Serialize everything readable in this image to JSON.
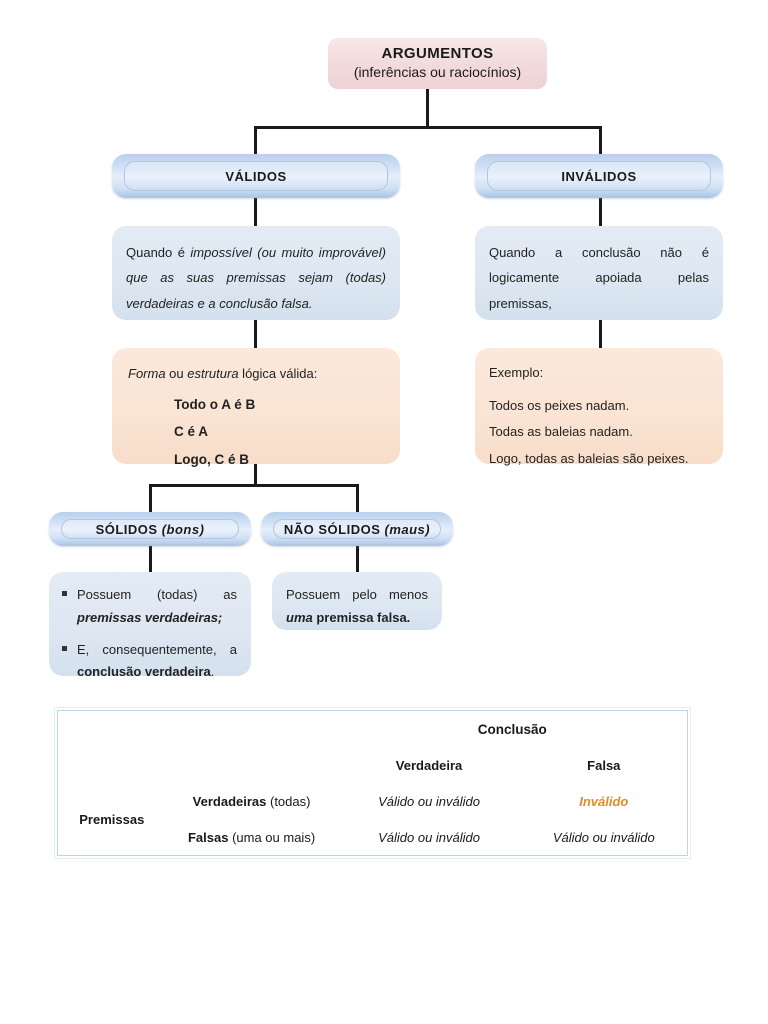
{
  "diagram": {
    "title": "ARGUMENTOS",
    "subtitle": "(inferências ou raciocínios)",
    "branches": {
      "valid": {
        "label": "VÁLIDOS",
        "definition_plain": "Quando é ",
        "definition_italic": "impossível (ou muito improvável) que as suas premissas sejam (todas) verdadeiras e a conclusão falsa.",
        "form": {
          "head_a": "Forma",
          "head_b": " ou ",
          "head_c": "estrutura",
          "head_d": " lógica válida:",
          "premise1": "Todo o A é B",
          "premise2": "C é A",
          "conclusion": "Logo, C é B"
        },
        "sub": {
          "solid": {
            "label": "SÓLIDOS",
            "qualifier": "(bons)",
            "bullets": [
              {
                "plain": "Possuem (todas) as ",
                "emph": "premissas verdadeiras;",
                "tail": ""
              },
              {
                "plain": "E, consequentemente, a ",
                "emph": "conclusão verdadeira",
                "tail": "."
              }
            ]
          },
          "not_solid": {
            "label": "NÃO SÓLIDOS",
            "qualifier": "(maus)",
            "text_plain": "Possuem pelo menos ",
            "text_emph_italic": "uma",
            "text_emph_bold": " premissa falsa."
          }
        }
      },
      "invalid": {
        "label": "INVÁLIDOS",
        "definition": "Quando a conclusão não é logicamente apoiada pelas premissas,",
        "example": {
          "head": "Exemplo:",
          "lines": [
            "Todos os peixes nadam.",
            "Todas as baleias nadam.",
            "Logo, todas as baleias são peixes."
          ]
        }
      }
    }
  },
  "table": {
    "col_group_header": "Conclusão",
    "row_group_header": "Premissas",
    "col_headers": [
      "Verdadeira",
      "Falsa"
    ],
    "rows": [
      {
        "header_bold": "Verdadeiras",
        "header_rest": " (todas)",
        "cells": [
          "Válido ou inválido",
          "Inválido"
        ],
        "highlight_index": 1
      },
      {
        "header_bold": "Falsas",
        "header_rest": " (uma ou mais)",
        "cells": [
          "Válido ou inválido",
          "Válido ou inválido"
        ],
        "highlight_index": -1
      }
    ],
    "highlight_color": "#dd8d22"
  }
}
